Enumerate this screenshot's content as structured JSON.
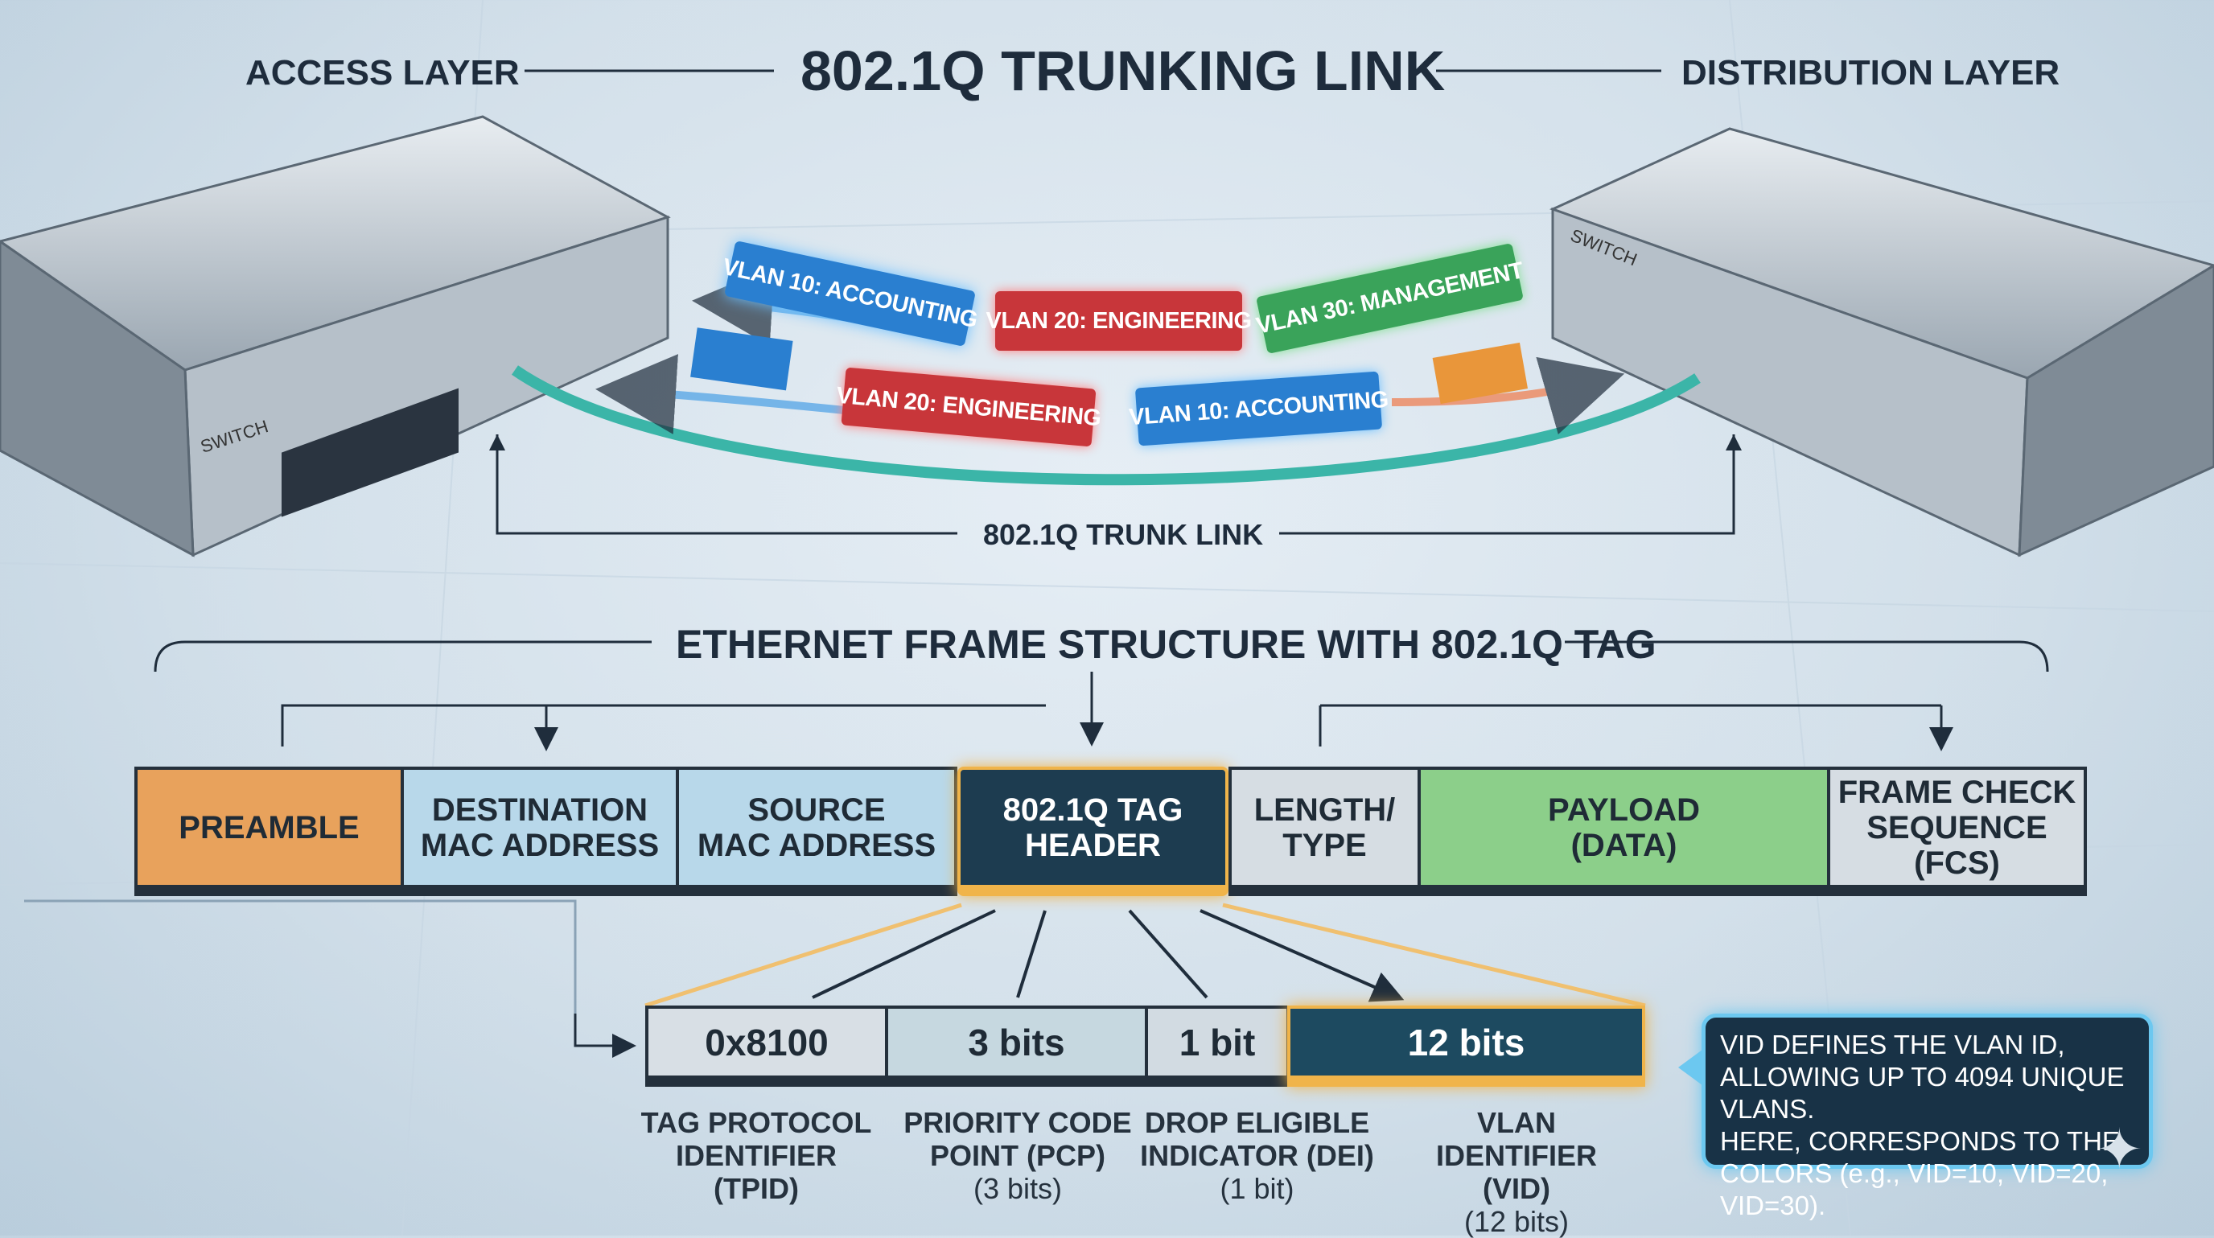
{
  "header": {
    "left": "ACCESS LAYER",
    "title": "802.1Q TRUNKING LINK",
    "right": "DISTRIBUTION LAYER"
  },
  "switches": {
    "left_label": "SWITCH",
    "right_label": "SWITCH"
  },
  "vlan_tags": [
    {
      "text": "VLAN 10: ACCOUNTING",
      "color": "#2a7fd0"
    },
    {
      "text": "VLAN 20: ENGINEERING",
      "color": "#c8363a"
    },
    {
      "text": "VLAN 30: MANAGEMENT",
      "color": "#3aa35a"
    },
    {
      "text": "VLAN 20: ENGINEERING",
      "color": "#c8363a"
    },
    {
      "text": "VLAN 10: ACCOUNTING",
      "color": "#2a7fd0"
    }
  ],
  "trunk_label": "802.1Q TRUNK LINK",
  "frame": {
    "title": "ETHERNET FRAME STRUCTURE WITH 802.1Q TAG",
    "fields": [
      {
        "text": "PREAMBLE",
        "color": "#e8a25c"
      },
      {
        "text": "DESTINATION\nMAC ADDRESS",
        "color": "#b8d8ea"
      },
      {
        "text": "SOURCE\nMAC ADDRESS",
        "color": "#b8d8ea"
      },
      {
        "text": "802.1Q TAG\nHEADER",
        "color": "#1d3c50"
      },
      {
        "text": "LENGTH/\nTYPE",
        "color": "#d6dde3"
      },
      {
        "text": "PAYLOAD\n(DATA)",
        "color": "#8ccf8a"
      },
      {
        "text": "FRAME CHECK\nSEQUENCE\n(FCS)",
        "color": "#d6dde3"
      }
    ]
  },
  "tag_fields": [
    {
      "value": "0x8100",
      "name": "TAG PROTOCOL\nIDENTIFIER\n(TPID)",
      "size": ""
    },
    {
      "value": "3 bits",
      "name": "PRIORITY CODE\nPOINT (PCP)",
      "size": "(3 bits)"
    },
    {
      "value": "1 bit",
      "name": "DROP ELIGIBLE\nINDICATOR (DEI)",
      "size": "(1 bit)"
    },
    {
      "value": "12 bits",
      "name": "VLAN IDENTIFIER\n(VID)",
      "size": "(12 bits)"
    }
  ],
  "callout": "VID DEFINES THE VLAN ID, ALLOWING UP TO 4094 UNIQUE VLANS.\nHERE, CORRESPONDS TO THE COLORS (e.g., VID=10, VID=20, VID=30).",
  "colors": {
    "accent_orange": "#f0b44a",
    "dark_navy": "#1d3c50",
    "line": "#1f2d3c"
  }
}
